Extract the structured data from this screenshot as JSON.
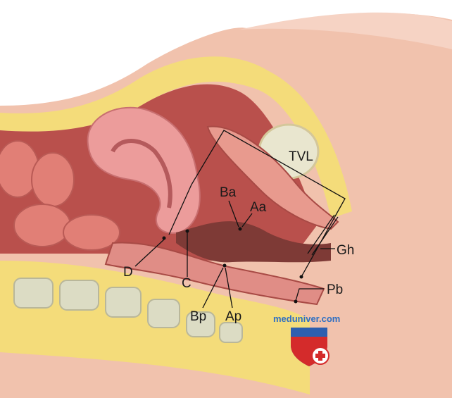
{
  "title": "Sagittal pelvic anatomy with POP-Q measurement points",
  "labels": {
    "tvl": "TVL",
    "ba": "Ba",
    "aa": "Aa",
    "gh": "Gh",
    "d": "D",
    "c": "C",
    "bp": "Bp",
    "ap": "Ap",
    "pb": "Pb"
  },
  "watermark": "meduniver.com",
  "colors": {
    "skin": "#f1c2ad",
    "fat": "#f4dc7a",
    "organ": "#e58f8a",
    "cavity": "#a5403e",
    "bone": "#dcdcc4",
    "watermark": "#2f6fc2",
    "shield_red": "#d42b2b",
    "shield_blue": "#2d5fb0"
  }
}
